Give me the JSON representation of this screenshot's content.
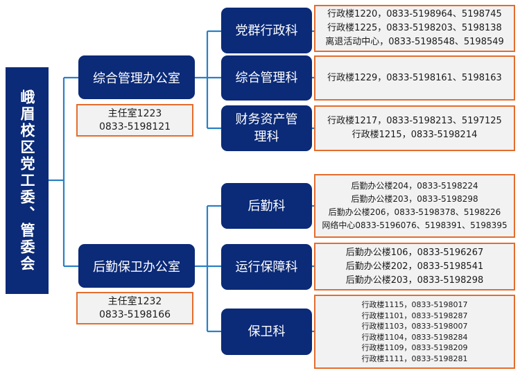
{
  "root": {
    "label": "峨眉校区党工委、管委会"
  },
  "offices": [
    {
      "label": "综合管理办公室",
      "contact": [
        "主任室1223",
        "0833-5198121"
      ]
    },
    {
      "label": "后勤保卫办公室",
      "contact": [
        "主任室1232",
        "0833-5198166"
      ]
    }
  ],
  "departments": [
    {
      "label": "党群行政科",
      "lines": [
        "行政楼1220，0833-5198964、5198745",
        "行政楼1225，0833-5198203、5198138",
        "离退活动中心，0833-5198548、5198549"
      ]
    },
    {
      "label": "综合管理科",
      "lines": [
        "行政楼1229，0833-5198161、5198163"
      ]
    },
    {
      "label": "财务资产管理科",
      "lines": [
        "行政楼1217，0833-5198213、5197125",
        "行政楼1215，0833-5198214"
      ]
    },
    {
      "label": "后勤科",
      "lines": [
        "后勤办公楼204，0833-5198224",
        "后勤办公楼203，0833-5198298",
        "后勤办公楼206，0833-5198378、5198226",
        "网络中心0833-5196076、5198391、5198395"
      ]
    },
    {
      "label": "运行保障科",
      "lines": [
        "后勤办公楼106，0833-5196267",
        "后勤办公楼202，0833-5198541",
        "后勤办公楼203，0833-5198298"
      ]
    },
    {
      "label": "保卫科",
      "lines": [
        "行政楼1115，0833-5198017",
        "行政楼1101，0833-5198287",
        "行政楼1103，0833-5198007",
        "行政楼1104，0833-5198284",
        "行政楼1109，0833-5198209",
        "行政楼1111，0833-5198281"
      ]
    }
  ],
  "colors": {
    "box_fill": "#0b2a78",
    "connector": "#2a7fc4",
    "contact_border": "#e46c2c"
  }
}
